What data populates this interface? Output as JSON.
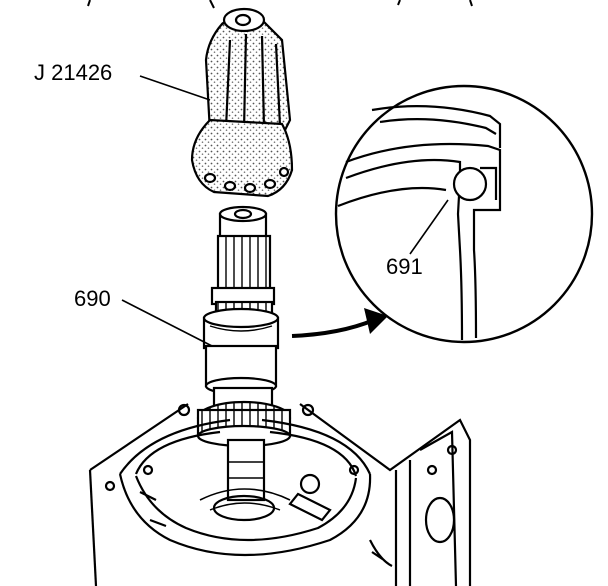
{
  "labels": {
    "tool": "J 21426",
    "part_690": "690",
    "part_691": "691"
  },
  "colors": {
    "ink": "#000000",
    "paper": "#ffffff",
    "shade": "#9a9a9a"
  }
}
